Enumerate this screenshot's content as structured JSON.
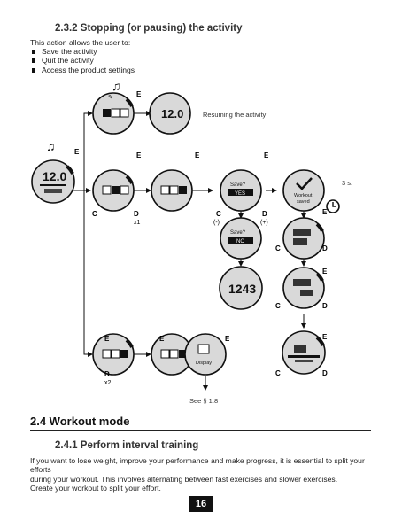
{
  "section_232": {
    "heading": "2.3.2 Stopping (or pausing) the activity",
    "intro": "This action allows the user to:",
    "bullets": [
      "Save the activity",
      "Quit the activity",
      "Access the product settings"
    ]
  },
  "diagram": {
    "btn_e": "E",
    "btn_c": "C",
    "btn_d": "D",
    "x1": "x1",
    "x2": "x2",
    "minus": "(-)",
    "plus": "(+)",
    "resuming": "Resuming the activity",
    "three_sec": "3 s.",
    "see_ref": "See § 1.8",
    "screen_time": "12.0",
    "screen_time_big": "1243",
    "save_q": "Save?",
    "yes": "YES",
    "no": "NO",
    "workout_saved_1": "Workout",
    "workout_saved_2": "saved",
    "display": "Display",
    "icons": [
      "music-note-icon",
      "runner-icon",
      "play-icon",
      "stop-icon",
      "settings-icon",
      "check-icon",
      "clock-icon"
    ]
  },
  "section_24": {
    "heading": "2.4 Workout mode"
  },
  "section_241": {
    "heading": "2.4.1 Perform interval training",
    "body": [
      "If you want to lose weight, improve your performance and make progress, it is essential to split your efforts",
      "during your workout. This involves alternating between fast exercises and slower exercises.",
      "Create your workout to split your effort."
    ]
  },
  "page_number": "16"
}
